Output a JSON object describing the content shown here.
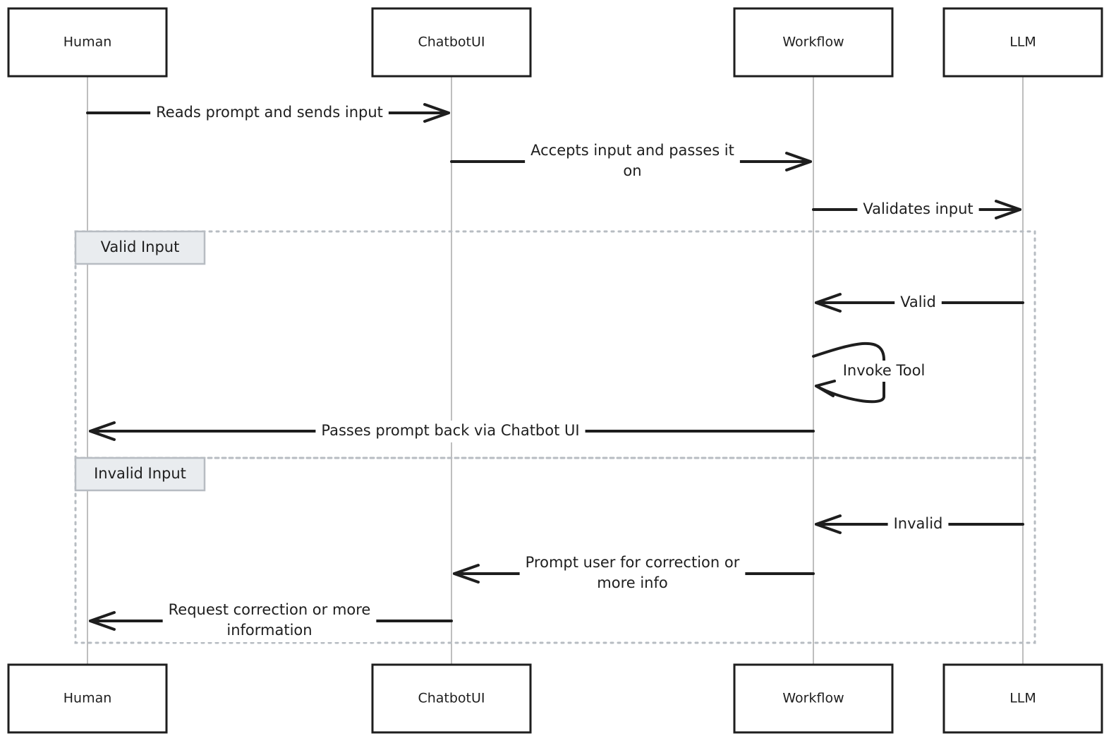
{
  "participants": [
    {
      "id": "human",
      "label": "Human"
    },
    {
      "id": "chatbotui",
      "label": "ChatbotUI"
    },
    {
      "id": "workflow",
      "label": "Workflow"
    },
    {
      "id": "llm",
      "label": "LLM"
    }
  ],
  "frames": [
    {
      "id": "valid",
      "label": "Valid Input"
    },
    {
      "id": "invalid",
      "label": "Invalid Input"
    }
  ],
  "messages": [
    {
      "from": "human",
      "to": "chatbotui",
      "lines": [
        "Reads prompt and sends input"
      ]
    },
    {
      "from": "chatbotui",
      "to": "workflow",
      "lines": [
        "Accepts input and passes it",
        "on"
      ]
    },
    {
      "from": "workflow",
      "to": "llm",
      "lines": [
        "Validates input"
      ]
    },
    {
      "from": "llm",
      "to": "workflow",
      "lines": [
        "Valid"
      ]
    },
    {
      "from": "workflow",
      "to": "workflow",
      "lines": [
        "Invoke Tool"
      ]
    },
    {
      "from": "workflow",
      "to": "human",
      "lines": [
        "Passes prompt back via Chatbot UI"
      ]
    },
    {
      "from": "llm",
      "to": "workflow",
      "lines": [
        "Invalid"
      ]
    },
    {
      "from": "workflow",
      "to": "chatbotui",
      "lines": [
        "Prompt user for correction or",
        "more info"
      ]
    },
    {
      "from": "chatbotui",
      "to": "human",
      "lines": [
        "Request correction or more",
        "information"
      ]
    }
  ]
}
